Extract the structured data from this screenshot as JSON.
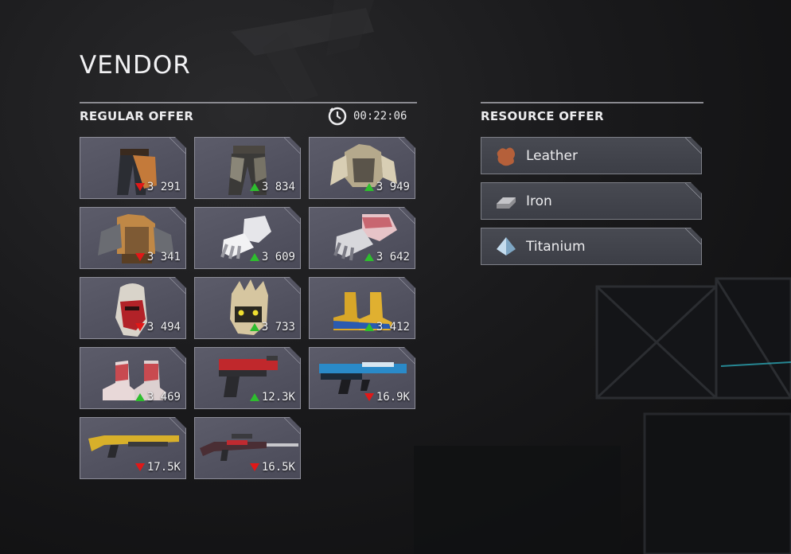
{
  "title": "VENDOR",
  "regular_offer": {
    "label": "REGULAR OFFER",
    "timer": "00:22:06",
    "items": [
      {
        "name": "pants",
        "price": "3 291",
        "trend": "down"
      },
      {
        "name": "pants-plated",
        "price": "3 834",
        "trend": "up"
      },
      {
        "name": "chest-armor-fur",
        "price": "3 949",
        "trend": "up"
      },
      {
        "name": "chest-armor-plated",
        "price": "3 341",
        "trend": "down"
      },
      {
        "name": "gloves-white",
        "price": "3 609",
        "trend": "up"
      },
      {
        "name": "gloves-red",
        "price": "3 642",
        "trend": "up"
      },
      {
        "name": "helmet-red",
        "price": "3 494",
        "trend": "down"
      },
      {
        "name": "helmet-spiked",
        "price": "3 733",
        "trend": "up"
      },
      {
        "name": "boots-yellow",
        "price": "3 412",
        "trend": "up"
      },
      {
        "name": "boots-red",
        "price": "3 469",
        "trend": "up"
      },
      {
        "name": "pistol-red",
        "price": "12.3K",
        "trend": "up"
      },
      {
        "name": "rifle-blue",
        "price": "16.9K",
        "trend": "down"
      },
      {
        "name": "shotgun-yellow",
        "price": "17.5K",
        "trend": "down"
      },
      {
        "name": "sniper-rifle",
        "price": "16.5K",
        "trend": "down"
      }
    ]
  },
  "resource_offer": {
    "label": "RESOURCE OFFER",
    "items": [
      {
        "label": "Leather",
        "icon": "leather-icon",
        "color": "#b5603a"
      },
      {
        "label": "Iron",
        "icon": "iron-icon",
        "color": "#a8a8ac"
      },
      {
        "label": "Titanium",
        "icon": "titanium-icon",
        "color": "#9fc0d8"
      }
    ]
  },
  "colors": {
    "up": "#2ebd2e",
    "down": "#e01818"
  }
}
